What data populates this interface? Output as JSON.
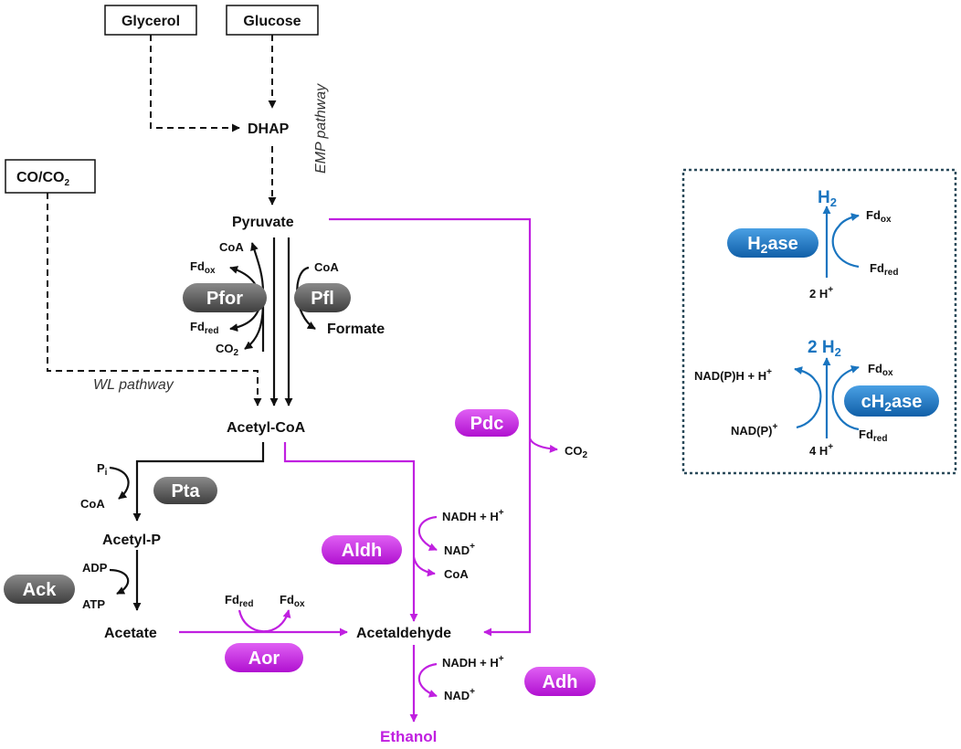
{
  "sources": {
    "glycerol": "Glycerol",
    "glucose": "Glucose",
    "co_co2_main": "CO/CO",
    "co_co2_sub": "2"
  },
  "pathways": {
    "emp": "EMP pathway",
    "wl": "WL pathway"
  },
  "metabolites": {
    "dhap": "DHAP",
    "pyruvate": "Pyruvate",
    "acetyl_coa": "Acetyl-CoA",
    "acetyl_p": "Acetyl-P",
    "acetate": "Acetate",
    "acetaldehyde": "Acetaldehyde",
    "ethanol": "Ethanol",
    "formate": "Formate"
  },
  "cofactors": {
    "coa": "CoA",
    "fd": "Fd",
    "ox": "ox",
    "red": "red",
    "co": "CO",
    "two": "2",
    "p": "P",
    "i": "i",
    "adp": "ADP",
    "atp": "ATP",
    "nadh": "NADH + H",
    "nad": "NAD",
    "plus": "+"
  },
  "enzymes": {
    "pfor": "Pfor",
    "pfl": "Pfl",
    "pta": "Pta",
    "ack": "Ack",
    "pdc": "Pdc",
    "aldh": "Aldh",
    "aor": "Aor",
    "adh": "Adh"
  },
  "inset": {
    "h2_main": "H",
    "h2_sub": "2",
    "two_h2_prefix": "2 H",
    "h2ase_main": "H",
    "h2ase_sub": "2",
    "h2ase_suffix": "ase",
    "ch2ase_prefix": "cH",
    "ch2ase_sub": "2",
    "ch2ase_suffix": "ase",
    "two_h": "2 H",
    "four_h": "4 H",
    "nadph": "NAD(P)H + H",
    "nadp": "NAD(P)"
  },
  "colors": {
    "black_path": "#111111",
    "magenta_path": "#c020e0",
    "blue_path": "#1a75c0",
    "gray_pill": "#555555",
    "magenta_pill": "#c020e0",
    "blue_pill": "#1a75c0"
  }
}
